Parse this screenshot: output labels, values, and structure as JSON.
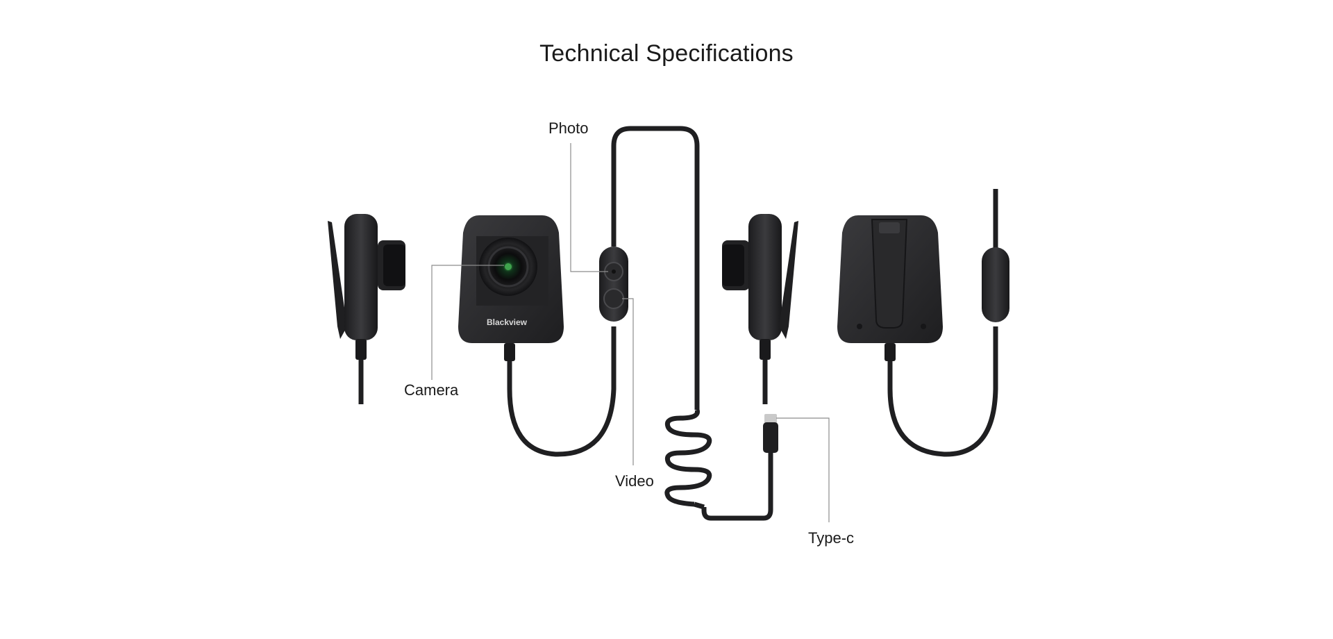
{
  "page": {
    "title": "Technical Specifications"
  },
  "diagram": {
    "brand": "Blackview",
    "callouts": {
      "photo": "Photo",
      "camera": "Camera",
      "video": "Video",
      "type_c": "Type-c"
    }
  },
  "colors": {
    "device_body": "#2b2b2d",
    "device_edge": "#1c1c1e",
    "cable": "#1f1f21",
    "leader_line": "#8c8c8c",
    "lens_accent": "#3fa34d"
  }
}
